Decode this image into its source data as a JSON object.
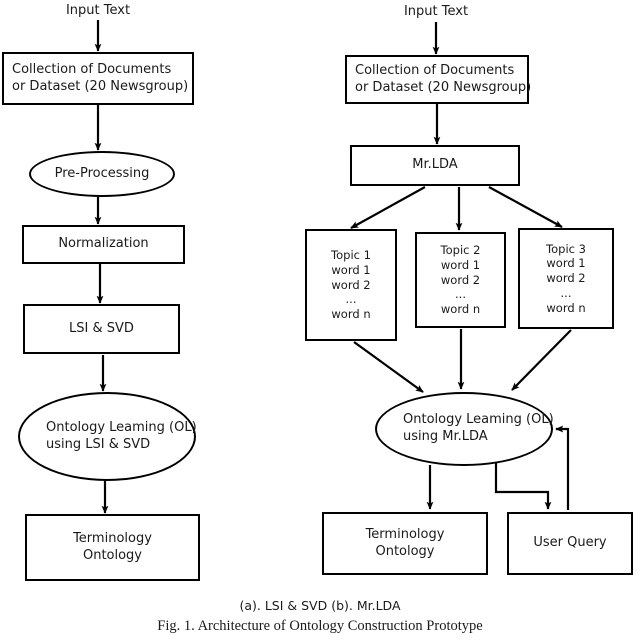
{
  "figure": {
    "caption_sub": "(a). LSI & SVD (b). Mr.LDA",
    "caption_main": "Fig. 1. Architecture of Ontology Construction Prototype",
    "colors": {
      "background": "#ffffff",
      "stroke": "#000000",
      "text": "#1a1a1a"
    }
  },
  "diagram_a": {
    "title": "(a). LSI & SVD",
    "nodes": {
      "input_text": {
        "label": "Input Text",
        "shape": "label"
      },
      "collection": {
        "line1": "Collection of Documents",
        "line2": "or Dataset (20 Newsgroup)",
        "shape": "rect"
      },
      "preprocessing": {
        "label": "Pre-Processing",
        "shape": "ellipse"
      },
      "normalization": {
        "label": "Normalization",
        "shape": "rect"
      },
      "lsi_svd": {
        "label": "LSI & SVD",
        "shape": "rect"
      },
      "ontology_learning": {
        "line1": "Ontology Leaming (OL)",
        "line2": "using LSI & SVD",
        "shape": "ellipse"
      },
      "terminology_ontology": {
        "line1": "Terminology",
        "line2": "Ontology",
        "shape": "rect"
      }
    },
    "edges": [
      {
        "from": "input_text",
        "to": "collection",
        "arrow": true
      },
      {
        "from": "collection",
        "to": "preprocessing",
        "arrow": true
      },
      {
        "from": "preprocessing",
        "to": "normalization",
        "arrow": true
      },
      {
        "from": "normalization",
        "to": "lsi_svd",
        "arrow": true
      },
      {
        "from": "lsi_svd",
        "to": "ontology_learning",
        "arrow": true
      },
      {
        "from": "ontology_learning",
        "to": "terminology_ontology",
        "arrow": true
      }
    ]
  },
  "diagram_b": {
    "title": "(b). Mr.LDA",
    "nodes": {
      "input_text": {
        "label": "Input Text",
        "shape": "label"
      },
      "collection": {
        "line1": "Collection of Documents",
        "line2": "or Dataset (20 Newsgroup)",
        "shape": "rect"
      },
      "mrlda": {
        "label": "Mr.LDA",
        "shape": "rect"
      },
      "topic1": {
        "lines": [
          "Topic 1",
          "word 1",
          "word 2",
          "...",
          "word n"
        ],
        "shape": "rect"
      },
      "topic2": {
        "lines": [
          "Topic 2",
          "word 1",
          "word 2",
          "...",
          "word n"
        ],
        "shape": "rect"
      },
      "topic3": {
        "lines": [
          "Topic 3",
          "word 1",
          "word 2",
          "...",
          "word n"
        ],
        "shape": "rect"
      },
      "ontology_learning": {
        "line1": "Ontology Leaming (OL)",
        "line2": "using Mr.LDA",
        "shape": "ellipse"
      },
      "terminology_ontology": {
        "line1": "Terminology",
        "line2": "Ontology",
        "shape": "rect"
      },
      "user_query": {
        "label": "User  Query",
        "shape": "rect"
      }
    },
    "edges": [
      {
        "from": "input_text",
        "to": "collection",
        "arrow": true
      },
      {
        "from": "collection",
        "to": "mrlda",
        "arrow": true
      },
      {
        "from": "mrlda",
        "to": "topic1",
        "arrow": true
      },
      {
        "from": "mrlda",
        "to": "topic2",
        "arrow": true
      },
      {
        "from": "mrlda",
        "to": "topic3",
        "arrow": true
      },
      {
        "from": "topic1",
        "to": "ontology_learning",
        "arrow": true
      },
      {
        "from": "topic2",
        "to": "ontology_learning",
        "arrow": true
      },
      {
        "from": "topic3",
        "to": "ontology_learning",
        "arrow": true
      },
      {
        "from": "ontology_learning",
        "to": "terminology_ontology",
        "arrow": true
      },
      {
        "from": "ontology_learning",
        "to": "user_query",
        "arrow": true
      },
      {
        "from": "user_query",
        "to": "ontology_learning",
        "arrow": true
      }
    ]
  }
}
